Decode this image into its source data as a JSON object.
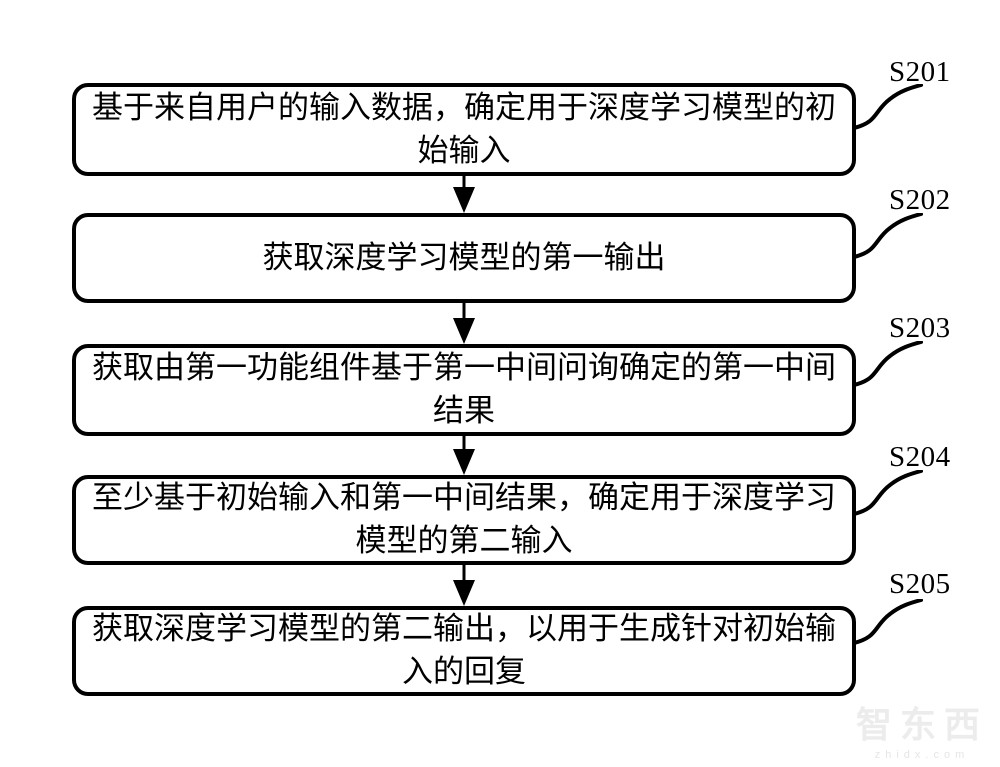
{
  "figure": {
    "type": "flowchart",
    "background_color": "#ffffff",
    "line_color": "#000000"
  },
  "steps": [
    {
      "label": "S201",
      "text": "基于来自用户的输入数据，确定用于深度学习模型的初始输入"
    },
    {
      "label": "S202",
      "text": "获取深度学习模型的第一输出"
    },
    {
      "label": "S203",
      "text": "获取由第一功能组件基于第一中间问询确定的第一中间结果"
    },
    {
      "label": "S204",
      "text": "至少基于初始输入和第一中间结果，确定用于深度学习模型的第二输入"
    },
    {
      "label": "S205",
      "text": "获取深度学习模型的第二输出，以用于生成针对初始输入的回复"
    }
  ],
  "watermark": {
    "text": "智东西",
    "subtext": "zhidx.com"
  }
}
